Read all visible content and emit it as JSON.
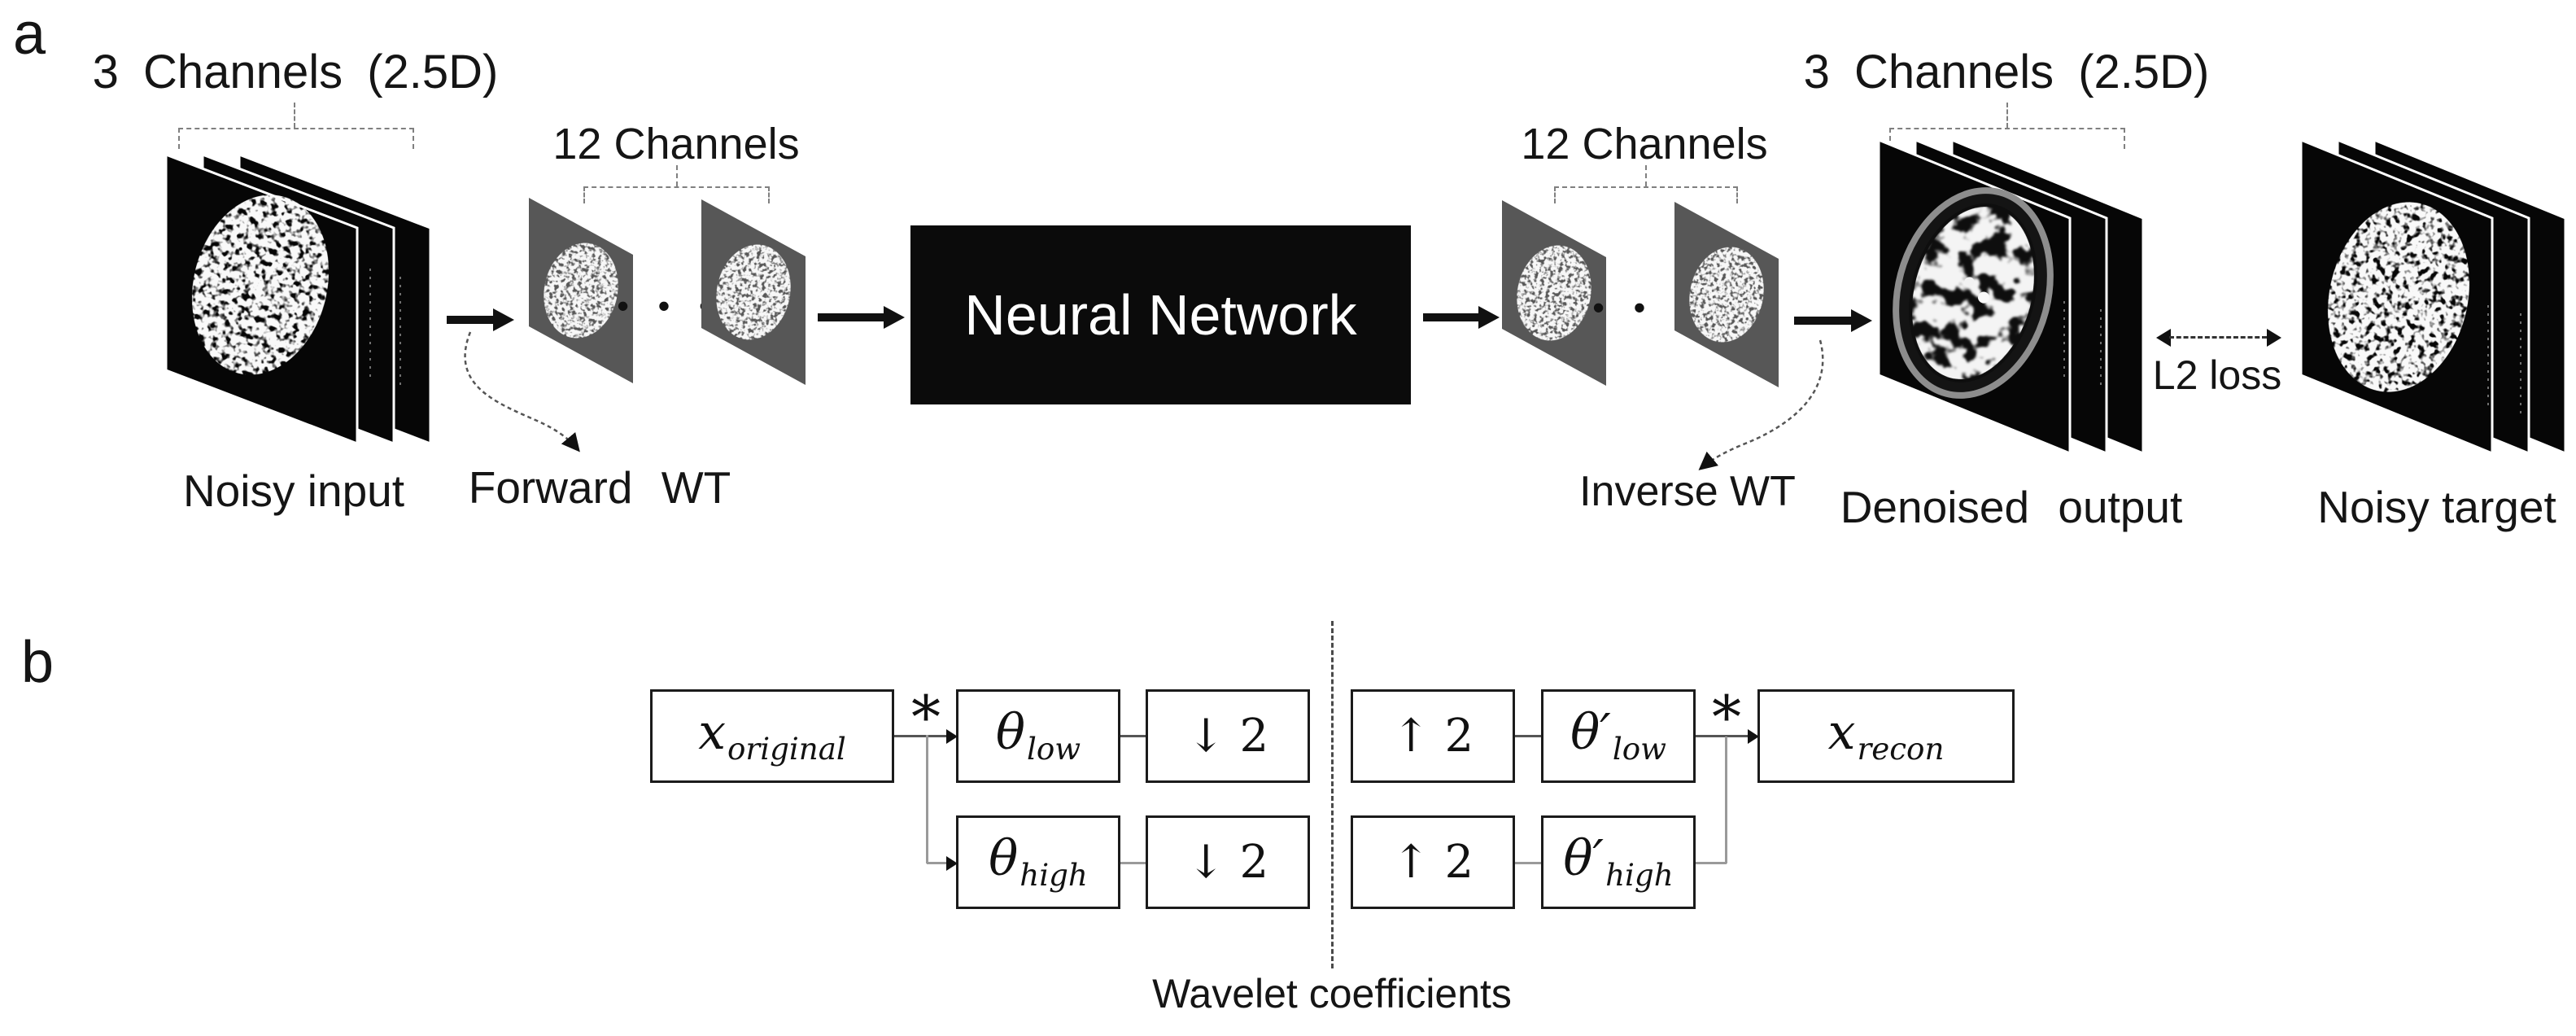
{
  "figure": {
    "panel_a": {
      "label": "a",
      "input_title": "3 Channels (2.5D)",
      "noisy_input_caption": "Noisy input",
      "forward_wt_label": "Forward WT",
      "channels_left_label": "12 Channels",
      "dots": "• • •",
      "neural_network_label": "Neural Network",
      "channels_right_label": "12 Channels",
      "inverse_wt_label": "Inverse WT",
      "output_title": "3 Channels (2.5D)",
      "denoised_caption": "Denoised output",
      "l2_loss_label": "L2 loss",
      "noisy_target_caption": "Noisy target"
    },
    "panel_b": {
      "label": "b",
      "x_original": {
        "base": "x",
        "sub": "original"
      },
      "theta_low": {
        "base": "θ",
        "sub": "low"
      },
      "theta_high": {
        "base": "θ",
        "sub": "high"
      },
      "theta_low_prime": {
        "base": "θ′",
        "sub": "low"
      },
      "theta_high_prime": {
        "base": "θ′",
        "sub": "high"
      },
      "x_recon": {
        "base": "x",
        "sub": "recon"
      },
      "downsample_label": "↓ 2",
      "upsample_label": "↑ 2",
      "convolution_symbol": "*",
      "caption": "Wavelet coefficients"
    },
    "colors": {
      "slice_bg": "#060606",
      "tile_bg": "#575757",
      "nn_bg": "#0b0b0b",
      "nn_text": "#ffffff"
    }
  }
}
